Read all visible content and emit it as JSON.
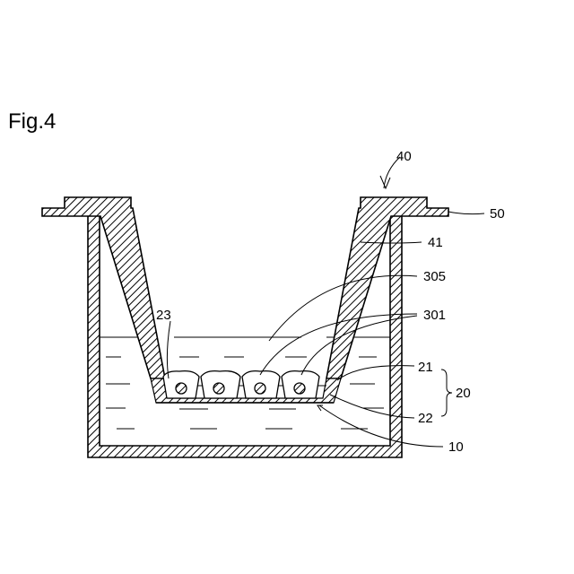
{
  "figure": {
    "title": "Fig.4",
    "labels": {
      "l40": "40",
      "l50": "50",
      "l41": "41",
      "l305": "305",
      "l301": "301",
      "l23": "23",
      "l21": "21",
      "l20": "20",
      "l22": "22",
      "l10": "10"
    }
  },
  "colors": {
    "line": "#000000",
    "background": "#ffffff"
  }
}
